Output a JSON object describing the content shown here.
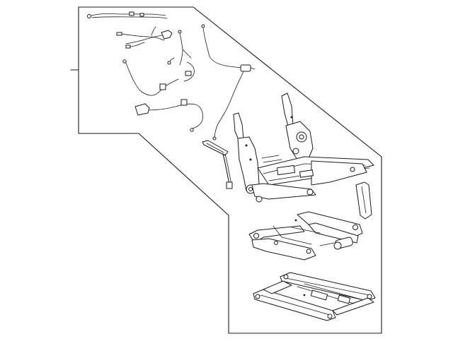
{
  "diagram": {
    "view": "exploded-parts",
    "colors": {
      "line": "#1a1a1a",
      "background": "#ffffff"
    },
    "parts": [
      {
        "name": "wiring-harness-upper"
      },
      {
        "name": "wiring-harness-connector"
      },
      {
        "name": "wiring-harness-long"
      },
      {
        "name": "wiring-harness-sensor"
      },
      {
        "name": "recliner-cable"
      },
      {
        "name": "trim-bracket"
      },
      {
        "name": "lumbar-support-strip"
      },
      {
        "name": "seat-frame-recliner-assembly"
      },
      {
        "name": "height-adjuster-assembly"
      },
      {
        "name": "seat-track-assembly"
      }
    ]
  }
}
